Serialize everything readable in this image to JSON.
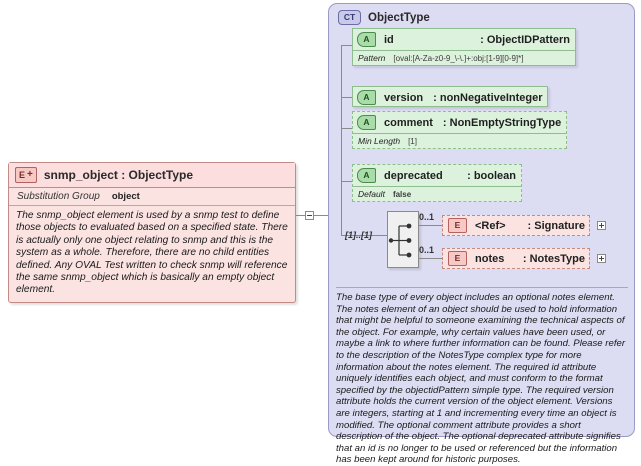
{
  "diagram": {
    "kind": "xsd-schema-diagram",
    "element": {
      "badge": "E",
      "badge_plus": "+",
      "title": "snmp_object : ObjectType",
      "substitution_group_label": "Substitution Group",
      "substitution_group_value": "object",
      "description": "The snmp_object element is used by a snmp test to define those objects to evaluated based on a specified state. There is actually only one object relating to snmp and this is the system as a whole. Therefore, there are no child entities defined. Any OVAL Test written to check snmp will reference the same snmp_object which is basically an empty object element."
    },
    "complex_type": {
      "badge": "CT",
      "title": "ObjectType",
      "attributes": [
        {
          "badge": "A",
          "name": "id",
          "type": ": ObjectIDPattern",
          "facet_label": "Pattern",
          "facet_value": "[oval:[A-Za-z0-9_\\-\\.]+:obj:[1-9][0-9]*]"
        },
        {
          "badge": "A",
          "name": "version",
          "type": ": nonNegativeInteger",
          "facet_label": "",
          "facet_value": ""
        },
        {
          "badge": "A",
          "name": "comment",
          "type": ": NonEmptyStringType",
          "facet_label": "Min Length",
          "facet_value": "[1]"
        },
        {
          "badge": "A",
          "name": "deprecated",
          "type": ": boolean",
          "facet_label": "Default",
          "facet_value": "false"
        }
      ],
      "sequence_cardinality": "[1]..[1]",
      "children": [
        {
          "badge": "E",
          "name": "<Ref>",
          "type": ": Signature",
          "cardinality": "0..1",
          "expander": "+"
        },
        {
          "badge": "E",
          "name": "notes",
          "type": ": NotesType",
          "cardinality": "0..1",
          "expander": "+"
        }
      ],
      "description": "The base type of every object includes an optional notes element. The notes element of an object should be used to hold information that might be helpful to someone examining the technical aspects of the object. For example, why certain values have been used, or maybe a link to where further information can be found. Please refer to the description of the NotesType complex type for more information about the notes element. The required id attribute uniquely identifies each object, and must conform to the format specified by the objectidPattern simple type. The required version attribute holds the current version of the object element. Versions are integers, starting at 1 and incrementing every time an object is modified. The optional comment attribute provides a short description of the object. The optional deprecated attribute signifies that an id is no longer to be used or referenced but the information has been kept around for historic purposes."
    },
    "colors": {
      "element_fill": "#fbe3e2",
      "element_border": "#c48a86",
      "attribute_fill": "#ddf2dd",
      "attribute_border": "#8fbd8f",
      "complextype_fill": "#dcdcf2",
      "complextype_border": "#9a9ac4"
    }
  }
}
